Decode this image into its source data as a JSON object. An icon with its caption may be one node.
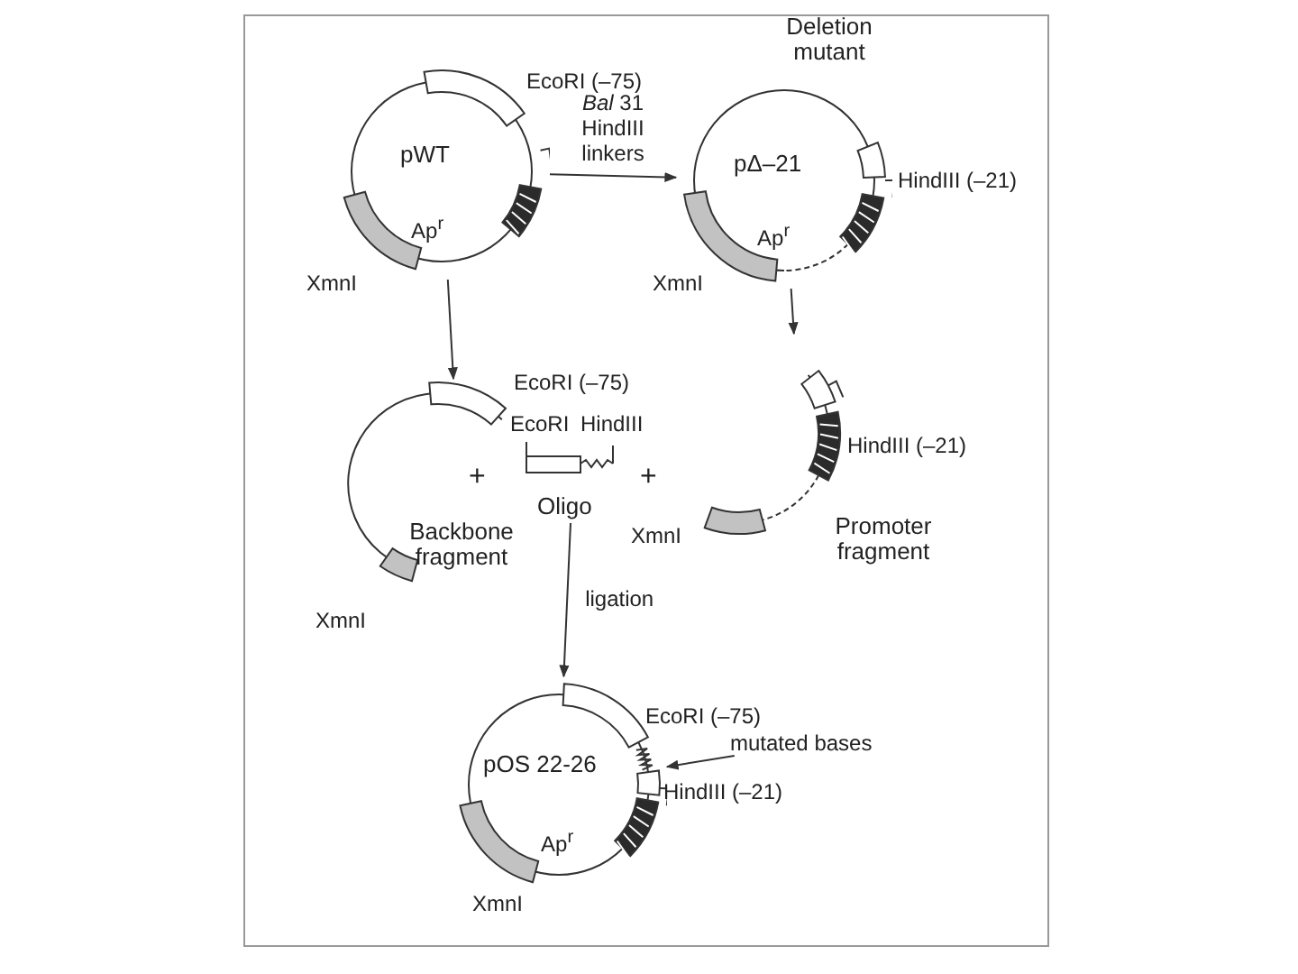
{
  "diagram": {
    "nodes": [
      {
        "text": [
          "pWT"
        ]
      },
      {
        "text": [
          "pΔ–21"
        ],
        "beside": [
          "Deletion mutant"
        ]
      },
      {
        "text": [
          "Backbone fragment"
        ]
      },
      {
        "text": [
          "Oligo"
        ]
      },
      {
        "text": [
          "Promoter fragment"
        ]
      },
      {
        "text": [
          "pOS 22-26"
        ]
      },
      {
        "text": [
          "mutated bases"
        ]
      }
    ],
    "edges": [
      {
        "from": 0,
        "to": 1,
        "arrow": "to",
        "label": "*Bal* 31 HindIII linkers"
      },
      {
        "from": 0,
        "to": 2,
        "arrow": "to"
      },
      {
        "from": 1,
        "to": 4,
        "arrow": "to"
      },
      {
        "from": 3,
        "to": 5,
        "arrow": "to",
        "label": "ligation"
      },
      {
        "from": 6,
        "to": 5,
        "arrow": "to"
      }
    ],
    "labels": [
      "EcoRI (–75)",
      "Ap$^{r}$",
      "XmnI",
      "HindIII (–21)",
      "Ap$^{r}$",
      "XmnI",
      "EcoRI (–75)",
      "XmnI",
      "+",
      "EcoRI",
      "HindIII",
      "+",
      "HindIII (–21)",
      "XmnI",
      "EcoRI (–75)",
      "HindIII (–21)",
      "Ap$^{r}$",
      "XmnI"
    ]
  }
}
